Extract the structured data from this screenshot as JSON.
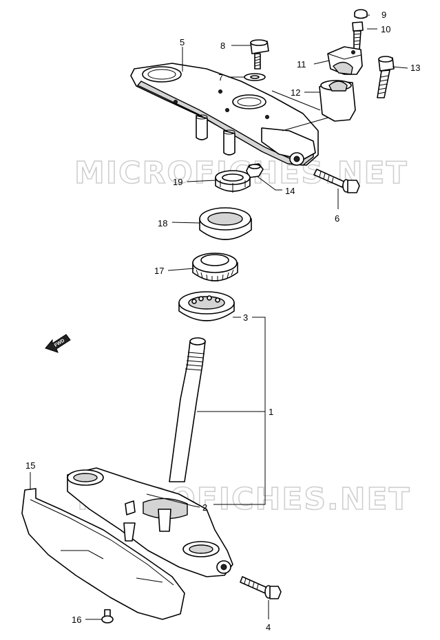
{
  "watermarks": [
    "MICROFICHES.NET",
    "MICROFICHES.NET"
  ],
  "fwd_label": "FWD",
  "callouts": {
    "c1": "1",
    "c2": "2",
    "c3": "3",
    "c4": "4",
    "c5": "5",
    "c6": "6",
    "c7": "7",
    "c8": "8",
    "c9": "9",
    "c10": "10",
    "c11": "11",
    "c12": "12",
    "c13": "13",
    "c14": "14",
    "c15": "15",
    "c16": "16",
    "c17": "17",
    "c18": "18",
    "c19": "19"
  }
}
